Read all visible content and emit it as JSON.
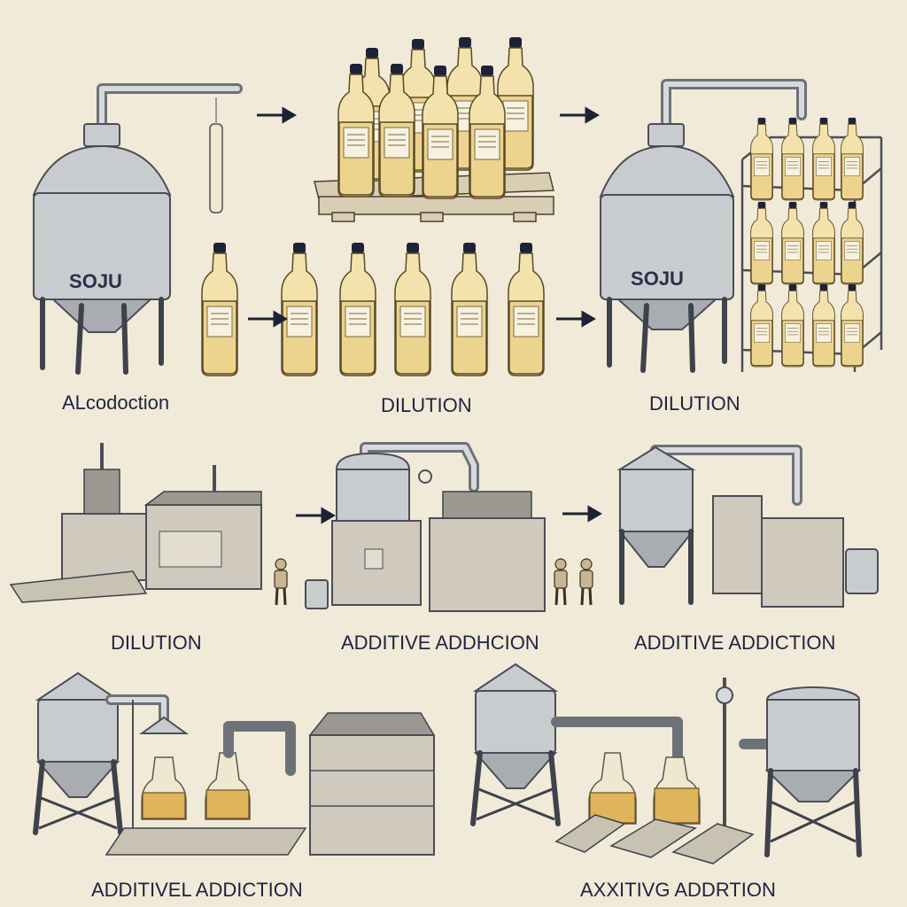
{
  "tanks": [
    {
      "text": "SOJU"
    },
    {
      "text": "SOJU"
    }
  ],
  "labels": {
    "row1": [
      "ALcodoction",
      "DILUTION",
      "DILUTION"
    ],
    "row2": [
      "DILUTION",
      "ADDITIVE ADDHCION",
      "ADDITIVE ADDICTION"
    ],
    "row3": [
      "ADDITIVEL ADDICTION",
      "AXXITIVG ADDRTION"
    ]
  },
  "colors": {
    "background": "#f1ead8",
    "metal": "#c9cccf",
    "liquid": "#e0b45b",
    "ink": "#1d2236"
  },
  "icons": [
    "arrow-right-icon",
    "bottle-icon",
    "tank-icon",
    "pallet-icon",
    "shelf-rack-icon",
    "machine-icon",
    "person-icon",
    "bucket-icon",
    "silo-icon",
    "beaker-icon"
  ]
}
